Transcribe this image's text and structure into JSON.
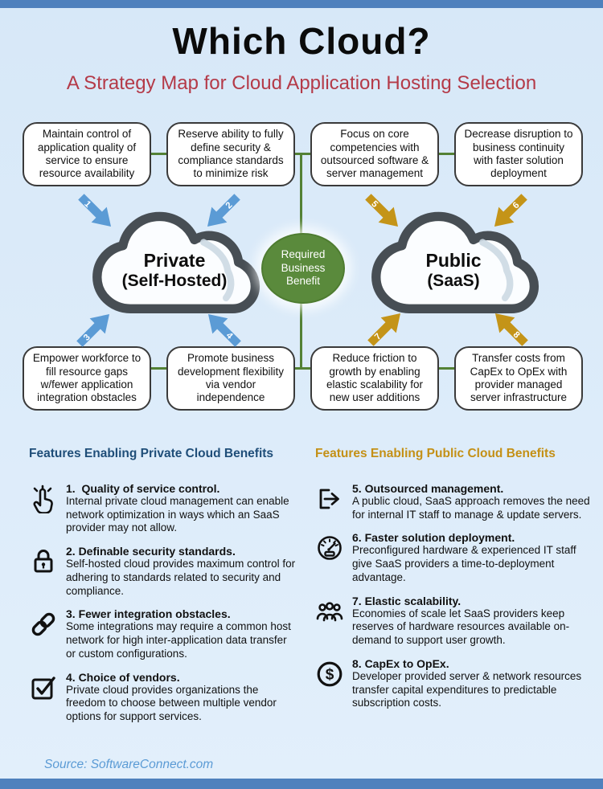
{
  "header": {
    "title": "Which Cloud?",
    "subtitle": "A Strategy Map for Cloud Application Hosting Selection"
  },
  "diagram": {
    "top_benefits": [
      "Maintain control of application quality of service to ensure resource availability",
      "Reserve ability to fully define security & compliance standards to minimize risk",
      "Focus on core competencies with outsourced software & server management",
      "Decrease disruption to business continuity with faster solution deployment"
    ],
    "bottom_benefits": [
      "Empower workforce to fill resource gaps w/fewer application integration obstacles",
      "Promote business development flexibility via vendor independence",
      "Reduce friction to growth by enabling elastic scalability for new user additions",
      "Transfer costs from CapEx to OpEx with provider managed server infrastructure"
    ],
    "clouds": {
      "private": {
        "line1": "Private",
        "line2": "(Self-Hosted)"
      },
      "public": {
        "line1": "Public",
        "line2": "(SaaS)"
      }
    },
    "center_badge": "Required Business Benefit",
    "arrows": [
      "1",
      "2",
      "3",
      "4",
      "5",
      "6",
      "7",
      "8"
    ]
  },
  "features": {
    "private": {
      "heading": "Features Enabling Private Cloud Benefits",
      "items": [
        {
          "icon": "tap-hand-icon",
          "title": "1.  Quality of service control.",
          "body": "Internal private cloud management can enable network optimization in ways which an SaaS provider may not allow."
        },
        {
          "icon": "lock-icon",
          "title": "2. Definable security standards.",
          "body": "Self-hosted cloud provides maximum control for adhering to standards related to security and compliance."
        },
        {
          "icon": "chain-link-icon",
          "title": "3. Fewer integration obstacles.",
          "body": "Some integrations may require a common host network for high inter-application data transfer or custom configurations."
        },
        {
          "icon": "checkbox-icon",
          "title": "4. Choice of vendors.",
          "body": "Private cloud provides organizations the freedom to choose between multiple vendor options for support services."
        }
      ]
    },
    "public": {
      "heading": "Features Enabling Public Cloud Benefits",
      "items": [
        {
          "icon": "outsource-arrow-icon",
          "title": "5. Outsourced management.",
          "body": "A public cloud, SaaS approach removes the need for internal IT staff to manage & update servers."
        },
        {
          "icon": "speedometer-icon",
          "title": "6. Faster solution deployment.",
          "body": "Preconfigured hardware & experienced IT staff give SaaS providers a time-to-deployment advantage."
        },
        {
          "icon": "people-icon",
          "title": "7. Elastic scalability.",
          "body": "Economies of scale let SaaS providers keep reserves of hardware resources available on-demand to support user growth."
        },
        {
          "icon": "dollar-icon",
          "title": "8. CapEx to OpEx.",
          "body": "Developer provided server & network resources transfer capital expenditures to predictable subscription costs."
        }
      ]
    }
  },
  "source": "Source: SoftwareConnect.com",
  "colors": {
    "background": "#d9e9f8",
    "frame_blue": "#4f81bd",
    "subtitle_red": "#b43a48",
    "connector_green": "#538135",
    "benefit_green": "#5a8a3c",
    "private_arrow_blue": "#5b9bd5",
    "public_arrow_gold": "#c49418",
    "heading_private_navy": "#1f4e79",
    "heading_public_gold": "#c49016",
    "cloud_outline": "#474e54",
    "source_blue": "#5b9bd5"
  }
}
